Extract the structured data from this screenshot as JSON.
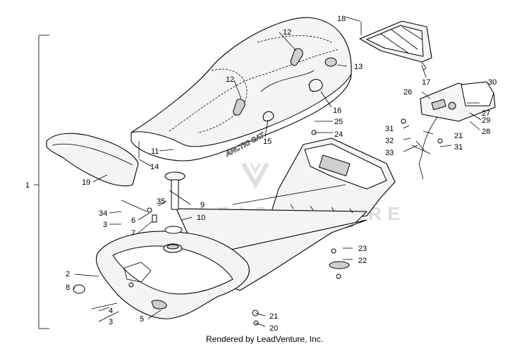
{
  "diagram": {
    "callouts": {
      "c1": "1",
      "c2": "2",
      "c3a": "3",
      "c3b": "3",
      "c4": "4",
      "c5": "5",
      "c6": "6",
      "c7": "7",
      "c8": "8",
      "c9": "9",
      "c10": "10",
      "c11": "11",
      "c12a": "12",
      "c12b": "12",
      "c13": "13",
      "c14": "14",
      "c15": "15",
      "c16": "16",
      "c17": "17",
      "c18": "18",
      "c19": "19",
      "c20": "20",
      "c21a": "21",
      "c21b": "21",
      "c22": "22",
      "c23": "23",
      "c24": "24",
      "c25": "25",
      "c26": "26",
      "c27": "27",
      "c28": "28",
      "c29": "29",
      "c30": "30",
      "c31a": "31",
      "c31b": "31",
      "c32": "32",
      "c33": "33",
      "c34": "34",
      "c35": "35"
    },
    "seat_logo": "ARCTIC CAT",
    "watermark": "LEADVENTURE",
    "credit": "Rendered by LeadVenture, Inc."
  }
}
